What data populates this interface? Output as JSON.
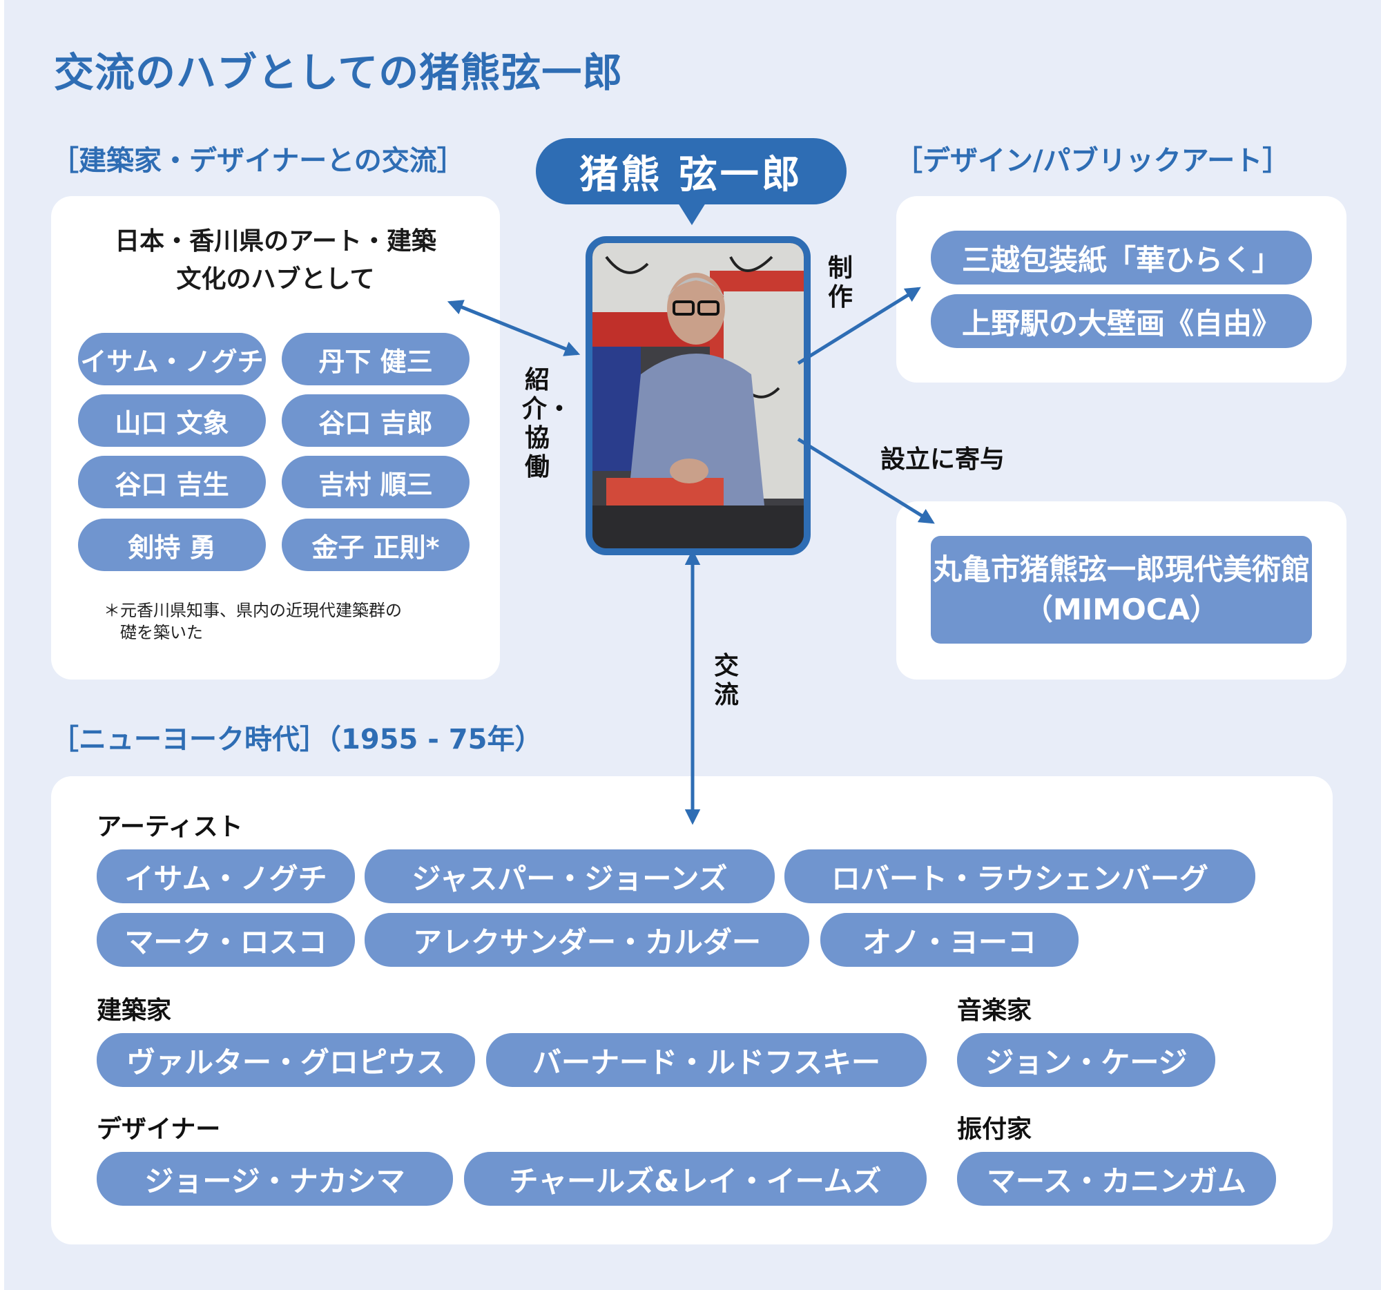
{
  "title": "交流のハブとしての猪熊弦一郎",
  "center": {
    "name": "猪熊 弦一郎"
  },
  "sections": {
    "architects": "［建築家・デザイナーとの交流］",
    "design": "［デザイン/パブリックアート］",
    "newyork": "［ニューヨーク時代］（1955 - 75年）"
  },
  "left_card": {
    "intro_line1": "日本・香川県のアート・建築",
    "intro_line2": "文化のハブとして",
    "names": [
      "イサム・ノグチ",
      "丹下 健三",
      "山口 文象",
      "谷口 吉郎",
      "谷口 吉生",
      "吉村 順三",
      "剣持 勇",
      "金子 正則*"
    ],
    "note_line1": "＊元香川県知事、県内の近現代建築群の",
    "note_line2": "礎を築いた"
  },
  "relations": {
    "intro": "紹介・協働",
    "create": "制作",
    "found": "設立に寄与",
    "exchange": "交流"
  },
  "design_card": {
    "items": [
      "三越包装紙「華ひらく」",
      "上野駅の大壁画《自由》"
    ]
  },
  "museum_card": {
    "line1": "丸亀市猪熊弦一郎現代美術館",
    "line2": "（MIMOCA）"
  },
  "newyork": {
    "artists_label": "アーティスト",
    "artists": [
      "イサム・ノグチ",
      "ジャスパー・ジョーンズ",
      "ロバート・ラウシェンバーグ",
      "マーク・ロスコ",
      "アレクサンダー・カルダー",
      "オノ・ヨーコ"
    ],
    "architects_label": "建築家",
    "architects": [
      "ヴァルター・グロピウス",
      "バーナード・ルドフスキー"
    ],
    "musicians_label": "音楽家",
    "musicians": [
      "ジョン・ケージ"
    ],
    "designers_label": "デザイナー",
    "designers": [
      "ジョージ・ナカシマ",
      "チャールズ&レイ・イームズ"
    ],
    "choreographers_label": "振付家",
    "choreographers": [
      "マース・カニンガム"
    ]
  },
  "colors": {
    "accent": "#2e6db4",
    "pill": "#7095cf",
    "background": "#e8edf8",
    "card": "#ffffff"
  }
}
